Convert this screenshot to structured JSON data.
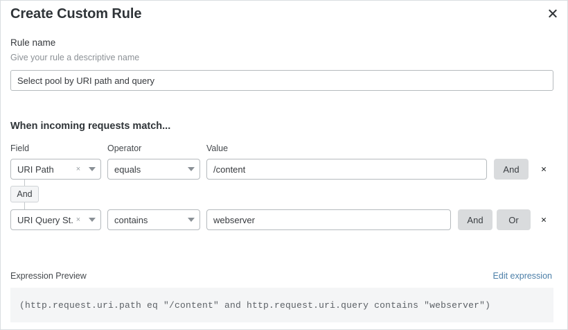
{
  "dialog": {
    "title": "Create Custom Rule",
    "close_icon": "close-icon"
  },
  "rule_name": {
    "label": "Rule name",
    "description": "Give your rule a descriptive name",
    "value": "Select pool by URI path and query",
    "placeholder": "Select pool by URI path and query"
  },
  "match_section": {
    "heading": "When incoming requests match...",
    "columns": {
      "field": "Field",
      "operator": "Operator",
      "value": "Value"
    },
    "connector": {
      "label": "And"
    },
    "rows": [
      {
        "field": "URI Path",
        "field_clear_icon": "×",
        "caret_icon": "chevron-down-icon",
        "operator": "equals",
        "value": "/content",
        "value_placeholder": "",
        "logic_buttons": [
          "And"
        ],
        "remove_icon": "✕"
      },
      {
        "field": "URI Query St...",
        "field_clear_icon": "×",
        "caret_icon": "chevron-down-icon",
        "operator": "contains",
        "value": "webserver",
        "value_placeholder": "",
        "logic_buttons": [
          "And",
          "Or"
        ],
        "remove_icon": "✕"
      }
    ]
  },
  "expression_preview": {
    "label": "Expression Preview",
    "edit_link": "Edit expression",
    "expression": "(http.request.uri.path eq \"/content\" and http.request.uri.query contains \"webserver\")"
  },
  "colors": {
    "link": "#4c7fa8",
    "button_bg": "#d9dbdd",
    "code_bg": "#f4f5f6",
    "border": "#b5babd"
  }
}
